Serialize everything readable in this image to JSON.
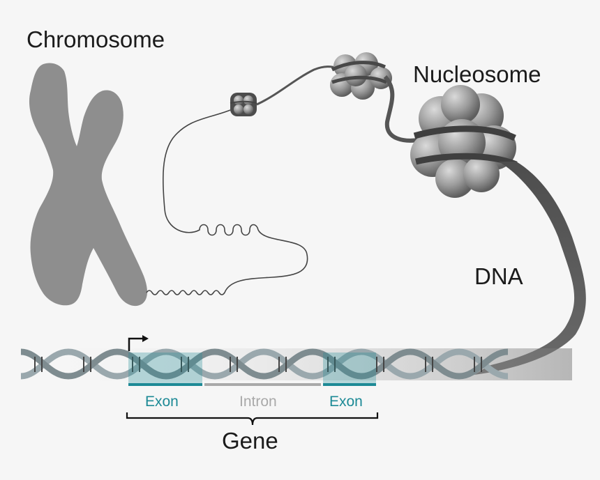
{
  "labels": {
    "chromosome": "Chromosome",
    "nucleosome": "Nucleosome",
    "dna": "DNA",
    "exon_1": "Exon",
    "intron": "Intron",
    "exon_2": "Exon",
    "gene": "Gene"
  },
  "colors": {
    "background": "#f6f6f6",
    "chromosome": "#8e8e8e",
    "fiber": "#555555",
    "histone": "#9a9a9a",
    "exon": "#1d8a96",
    "intron": "#a9a9a9",
    "strand": "#9aa8ad",
    "text": "#1b1b1b"
  },
  "icons": {
    "promoter": "start-arrow-icon"
  }
}
